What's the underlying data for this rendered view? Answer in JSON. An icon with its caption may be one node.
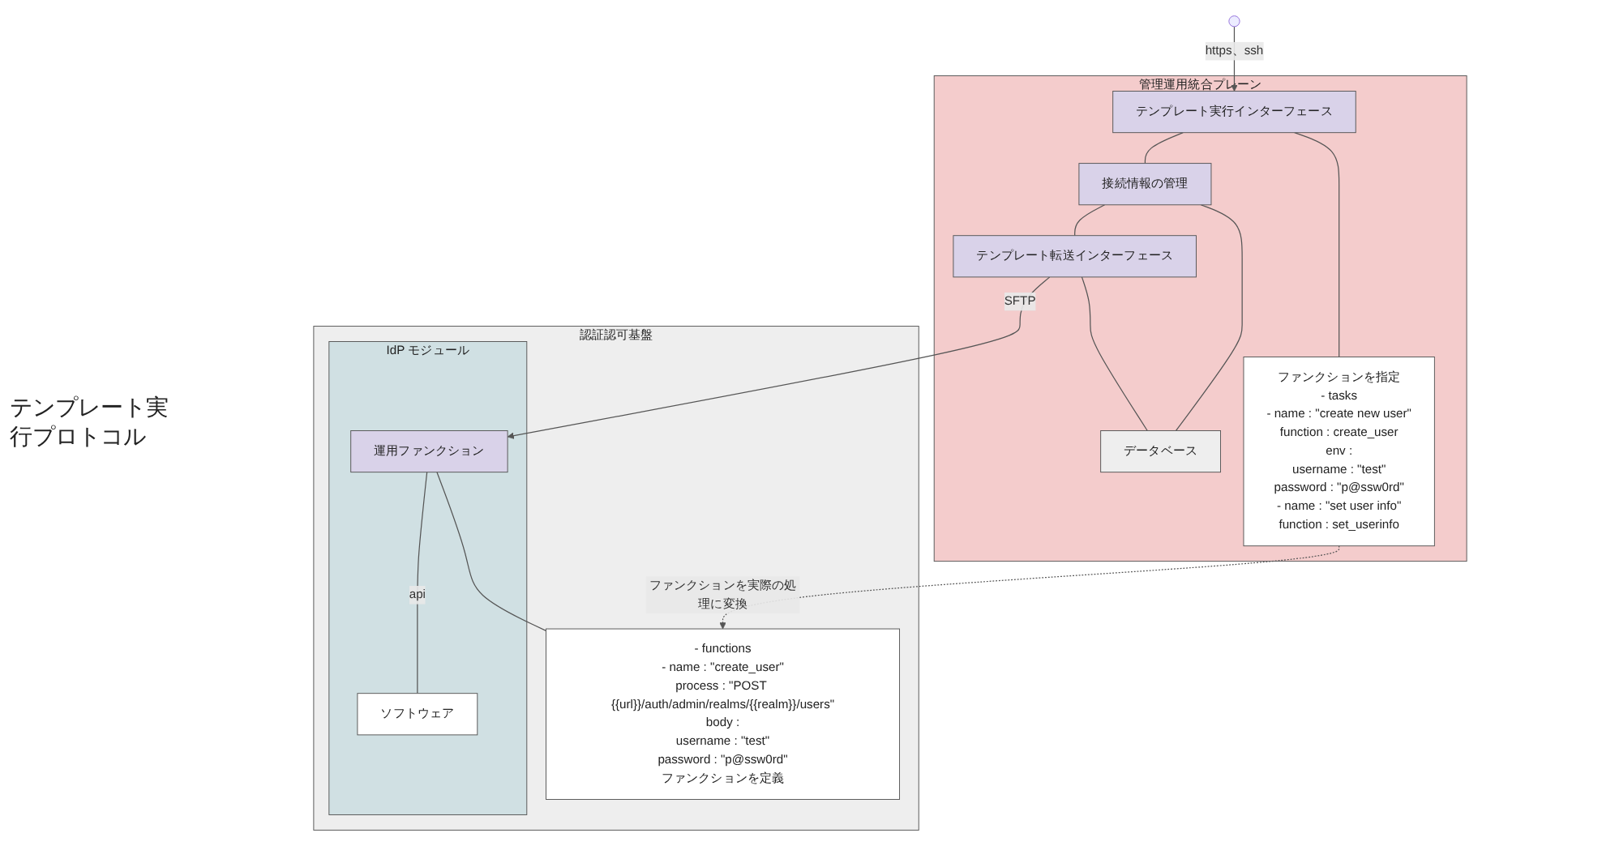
{
  "diagram": {
    "nodes": [
      {
        "text": [
          "管理運用統合プレーン"
        ]
      },
      {
        "text": [
          "テンプレート実行インターフェース"
        ],
        "in": 0
      },
      {
        "text": [
          "接続情報の管理"
        ],
        "in": 0
      },
      {
        "text": [
          "テンプレート転送インターフェース"
        ],
        "in": 0
      },
      {
        "text": [
          "データベース"
        ],
        "in": 0
      },
      {
        "text": [
          "ファンクションを指定",
          "- tasks",
          "- name : \"create new user\"",
          "function : create_user",
          "env :",
          "username : \"test\"",
          "password : \"p@ssw0rd\"",
          "- name : \"set user info\"",
          "function : set_userinfo"
        ],
        "in": 0
      },
      {
        "text": [
          "認証認可基盤"
        ]
      },
      {
        "text": [
          "IdP モジュール"
        ],
        "in": 6
      },
      {
        "text": [
          "運用ファンクション"
        ],
        "in": 7
      },
      {
        "text": [
          "ソフトウェア"
        ],
        "in": 7
      },
      {
        "text": [
          "- functions",
          "- name : \"create_user\"",
          "process : \"POST {{url}}/auth/admin/realms/{{realm}}/users\"",
          "body :",
          "username : \"test\"",
          "password : \"p@ssw0rd\"",
          "ファンクションを定義"
        ],
        "in": 6
      }
    ],
    "edges": [
      {
        "from": null,
        "to": 1,
        "arrow": "to",
        "label": "https、ssh"
      },
      {
        "from": 1,
        "to": 2,
        "arrow": "none"
      },
      {
        "from": 2,
        "to": 3,
        "arrow": "none"
      },
      {
        "from": 3,
        "to": 4,
        "arrow": "none"
      },
      {
        "from": 2,
        "to": 4,
        "arrow": "none"
      },
      {
        "from": 3,
        "to": 8,
        "arrow": "to",
        "label": "SFTP"
      },
      {
        "from": 5,
        "to": 10,
        "arrow": "to",
        "label": "ファンクションを実際の処理に変換",
        "style": "dashed"
      },
      {
        "from": 1,
        "to": 5,
        "arrow": "none"
      },
      {
        "from": 8,
        "to": 10,
        "arrow": "none"
      },
      {
        "from": 8,
        "to": 9,
        "arrow": "none",
        "label": "api"
      }
    ],
    "labels": [
      "テンプレート実行プロトコル"
    ]
  }
}
